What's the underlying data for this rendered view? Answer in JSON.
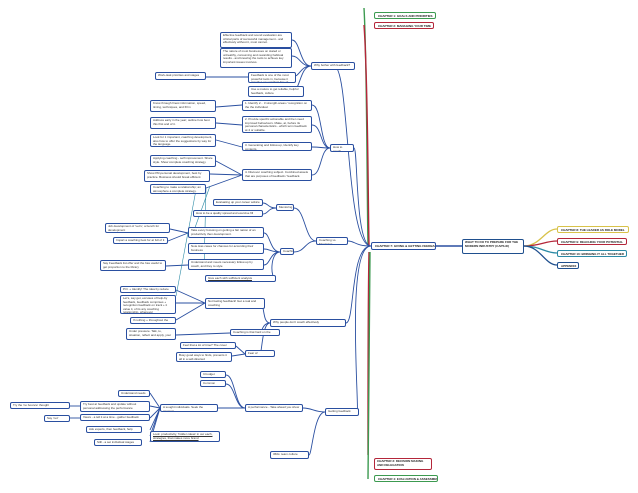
{
  "center": {
    "text": "WHAT TO DO TO PREPARE FOR THE MODERN INDUSTRY (CAPS-III)"
  },
  "right_chapters": [
    {
      "text": "CHAPTER 8: THE LEADER AS ROLE MODEL",
      "color": "#d8c24a"
    },
    {
      "text": "CHAPTER 9: REACHING YOUR POTENTIAL",
      "color": "#b4263a"
    },
    {
      "text": "CHAPTER 10: BRINGING IT ALL TOGETHER",
      "color": "#2b8aa5"
    },
    {
      "text": "APPENDIX",
      "color": "#1f4f8e"
    }
  ],
  "left_chapters": [
    {
      "text": "CHAPTER 1: GOALS AND PRIORITIES",
      "color": "#3c9a50"
    },
    {
      "text": "CHAPTER 2: MANAGING YOUR TIME",
      "color": "#b4263a"
    },
    {
      "text": "CHAPTER 7: GIVING & GETTING FEEDBACK",
      "color": "#2a4fa0"
    },
    {
      "text": "CHAPTER 3: DECISION MAKING AND DELEGATION",
      "color": "#b4263a"
    },
    {
      "text": "CHAPTER 4: EVALUATION & ASSESSMENT",
      "color": "#3c9a50"
    }
  ],
  "nodes": {
    "why_feedback": "Why bother with feedback?",
    "f_effective": "Effective feedback and sound evaluation are critical parts of successful management - and effectively without it, most cannot.",
    "f_nature": "The nature of most businesses on stated or unhealthy, consuming and rewarding habitual results - and knowing the tools to achieve key important issues involves.",
    "f_one": "Feedback is one of the most powerful tools in, because it provides an excellent line of people.",
    "priorities": "Work-task priorities and stages",
    "f_use": "Use a mature to get reliable, helpful feedback, culture",
    "how_to_give": "How to coach",
    "h_1": "1. Identify 2... 3 strength-areas / recognition on the the individual.",
    "h_note1": "Know through finest information, speed, timing, techniques, and fill in",
    "h_2": "2. Provide specific actionable and then need improved behaviours. Make, at, before its personal characteristics - which term feedback at 4 or suitable.",
    "h_note2": "Address early in the year; outline how best this first and of it.",
    "h_3": "3. Generating and follow-up, Identify key contents.",
    "h_note3": "Look for 1 important, coaching development, also how to offer the suggestions by way for the language.",
    "h_4": "4. Discover coaching subject. Combined assets that are purposes of feedback / feedback.",
    "h_note4a": "Applying coaching - self improvement. Share style. Show complete coaching strategy.",
    "h_note4b": "Show PR-personal development, best by practice. Business should break efficient",
    "h_note4c": "Coaching to make a relationship; an atmosphere a complete strategy.",
    "coaching_vs": "Coaching vs. Mentoring",
    "mentoring": "Mentoring",
    "m_1": "Evaluating up your career advice",
    "m_2": "How to be a quality spread and exercise fill",
    "coaching": "Coaching",
    "c_1": "Take every focusing on getting a fair nation of an productivity then development.",
    "c_1a": "Job development of 'Let's', a bench for development",
    "c_1b": "Impart a coaching best for at full of it",
    "c_2": "Note Has cases for chances for according their business",
    "c_3": "Understand and meets necessary follow-up by coach, and they to style",
    "c_3a": "Say Feedback list offer and the has useful to get proportion to the library",
    "c_4": "Give each with sufficient analysis",
    "barriers": "Why people don't coach effectively",
    "b_1": "Not feeling feedback! Get a real and coaching",
    "b_1a": "P.D. + Identify! The idea by reduce change",
    "b_1b": "Let's, say get, excuses of help-by feedback, feedback comprises + recognition feedback on track + it value it, of its any coaching relationship, whenever",
    "b_1c": "If nothing + throughout the year",
    "b_2": "Coaching is that hard on the issues",
    "b_2a": "Under pressure. Talk, to, situation, reflect and apply, your",
    "b_3": "Fear of confrontation",
    "b_3a": "Feel that a lot of time? The cover",
    "b_3b": "Busy good ways to finds, prevents it all in a self-directed",
    "getting": "Getting feedback",
    "g_1": "A performance - Take ahead you show",
    "g_1a": "It budget meeting",
    "g_1b": "Common Office",
    "g_2": "A sought individuals. Seek the answers",
    "g_2a": "Understand needs",
    "g_2b": "Try best at feedback and update without personal addressing the performance",
    "g_2b1": "Try the 'no bounce' thought",
    "g_2c": "Views - a tell it at a time - gather feedback",
    "g_2c1": "Say 'not'",
    "g_2d": "Ask experts, then feedback, help",
    "g_2e": "Look: productivity, 'hidden ideas' in our each, strategies, that makes more brand",
    "g_2f": "Still - a set individual stages",
    "g_3": "360s: team culture"
  }
}
